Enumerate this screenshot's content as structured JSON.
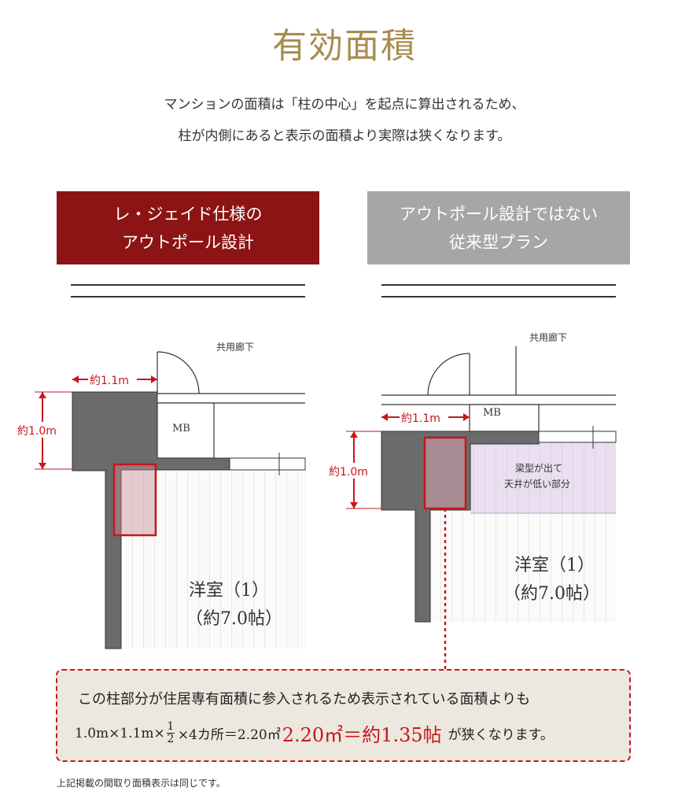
{
  "title": "有効面積",
  "intro": {
    "line1": "マンションの面積は「柱の中心」を起点に算出されるため、",
    "line2": "柱が内側にあると表示の面積より実際は狭くなります。"
  },
  "left_panel": {
    "label_line1": "レ・ジェイド仕様の",
    "label_line2": "アウトポール設計",
    "color": "#8c1414"
  },
  "right_panel": {
    "label_line1": "アウトポール設計ではない",
    "label_line2": "従来型プラン",
    "color": "#a6a6a6"
  },
  "left_plan": {
    "corridor": "共用廊下",
    "mb": "MB",
    "width_dim": "約1.1m",
    "height_dim": "約1.0m",
    "room_name": "洋室（1）",
    "room_size": "（約7.0帖）"
  },
  "right_plan": {
    "corridor": "共用廊下",
    "mb": "MB",
    "width_dim": "約1.1m",
    "height_dim": "約1.0m",
    "beam_note_line1": "梁型が出て",
    "beam_note_line2": "天井が低い部分",
    "room_name": "洋室（1）",
    "room_size": "（約7.0帖）"
  },
  "note": {
    "line1": "この柱部分が住居専有面積に参入されるため表示されている面積よりも",
    "formula_prefix": "1.0m×1.1m×",
    "fraction_numerator": "1",
    "fraction_denominator": "2",
    "formula_suffix": "×4カ所＝2.20㎡",
    "highlight": "2.20㎡＝約1.35帖",
    "conclusion": "が狭くなります。"
  },
  "footnote": "上記掲載の間取り面積表示は同じです。",
  "colors": {
    "accent_red": "#c8161c",
    "title_gold": "#a88c50",
    "wall_gray": "#6b6b6b",
    "beam_pink": "#eadff0"
  }
}
